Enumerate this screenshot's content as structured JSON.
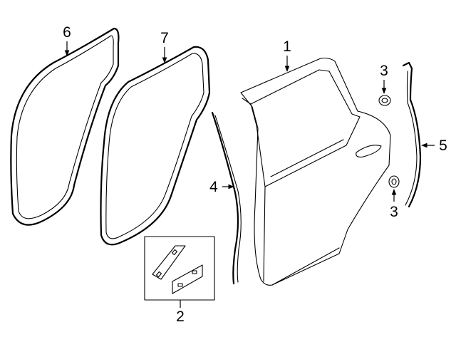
{
  "callouts": {
    "door_shell": "1",
    "clip_kit": "2",
    "grommet_upper": "3",
    "grommet_lower": "3",
    "front_seal_strip": "4",
    "rear_seal_strip": "5",
    "body_weatherstrip": "6",
    "door_weatherstrip": "7"
  },
  "colors": {
    "line": "#000000",
    "background": "#ffffff"
  }
}
